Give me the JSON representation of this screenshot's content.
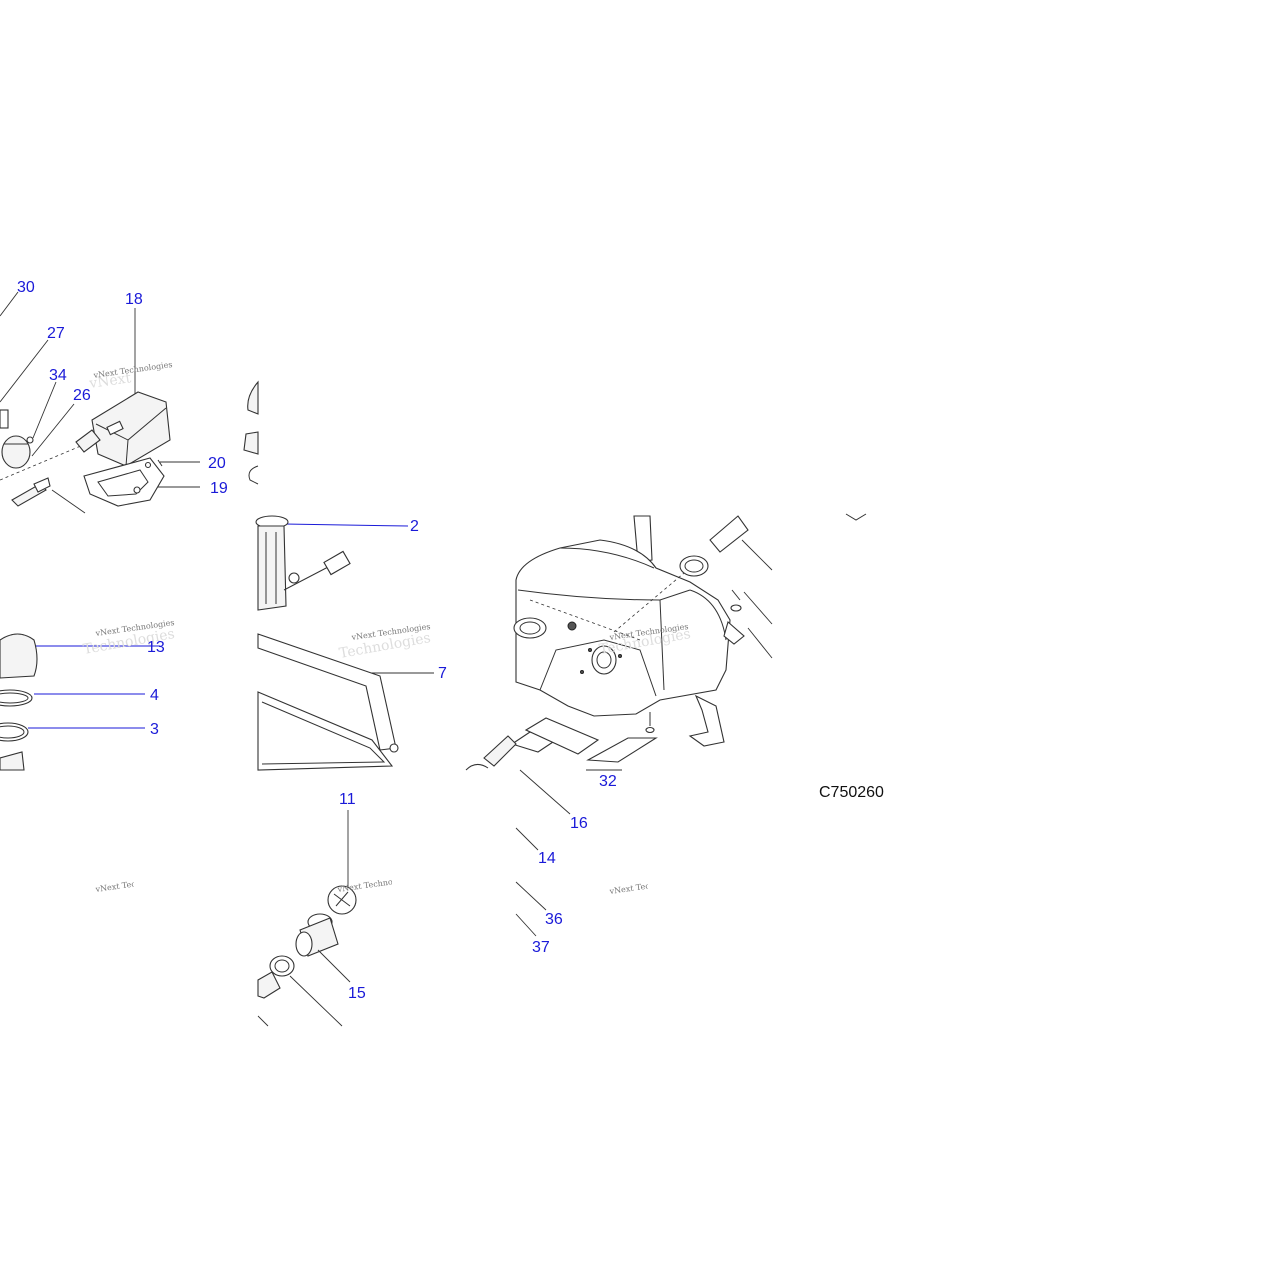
{
  "figure_id": "C750260",
  "watermark": "vNext Technologies",
  "callouts": [
    "30",
    "27",
    "18",
    "34",
    "26",
    "20",
    "19",
    "2",
    "13",
    "4",
    "3",
    "7",
    "32",
    "16",
    "14",
    "11",
    "36",
    "37",
    "15"
  ],
  "colors": {
    "callout": "#1a1ad8",
    "line": "#333333",
    "background": "#ffffff"
  }
}
